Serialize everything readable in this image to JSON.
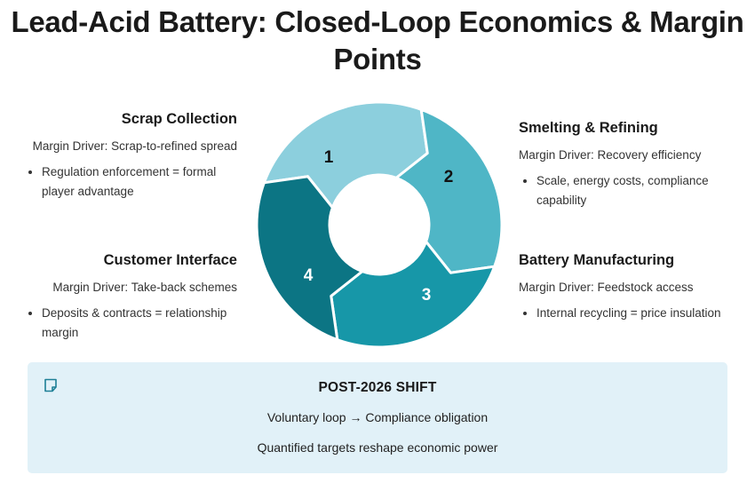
{
  "title": "Lead-Acid Battery: Closed-Loop Economics & Margin Points",
  "stages": [
    {
      "number": "1",
      "heading": "Scrap Collection",
      "driver": "Margin Driver: Scrap-to-refined spread",
      "bullet": "Regulation enforcement = formal player advantage",
      "color": "#8ccfdd"
    },
    {
      "number": "2",
      "heading": "Smelting & Refining",
      "driver": "Margin Driver: Recovery efficiency",
      "bullet": "Scale, energy costs, compliance capability",
      "color": "#4fb6c6"
    },
    {
      "number": "3",
      "heading": "Battery Manufacturing",
      "driver": "Margin Driver: Feedstock access",
      "bullet": "Internal recycling = price insulation",
      "color": "#1797a8"
    },
    {
      "number": "4",
      "heading": "Customer Interface",
      "driver": "Margin Driver: Take-back schemes",
      "bullet": "Deposits & contracts = relationship margin",
      "color": "#0c7584"
    }
  ],
  "callout": {
    "icon": "note-icon",
    "title": "POST-2026 SHIFT",
    "line1": "Voluntary loop → Compliance obligation",
    "line2": "Quantified targets reshape economic power"
  }
}
